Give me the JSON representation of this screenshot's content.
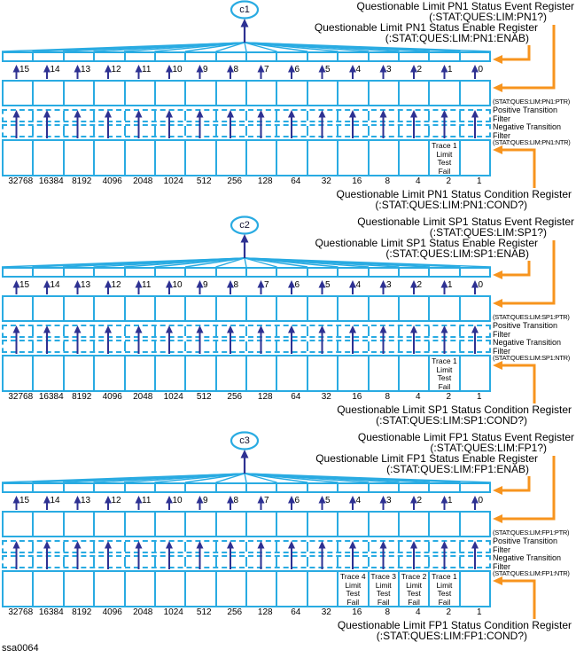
{
  "figure_id": "ssa0064",
  "colors": {
    "cyan": "#29ABE2",
    "navy": "#2E3192",
    "orange": "#F7941E"
  },
  "bit_numbers": [
    "15",
    "14",
    "13",
    "12",
    "11",
    "10",
    "9",
    "8",
    "7",
    "6",
    "5",
    "4",
    "3",
    "2",
    "1",
    "0"
  ],
  "bit_values": [
    "32768",
    "16384",
    "8192",
    "4096",
    "2048",
    "1024",
    "512",
    "256",
    "128",
    "64",
    "32",
    "16",
    "8",
    "4",
    "2",
    "1"
  ],
  "transition_filter": {
    "positive_line1": "Positive Transition",
    "positive_line2": "Filter",
    "negative_line1": "Negative Transition",
    "negative_line2": "Filter"
  },
  "blocks": [
    {
      "oval_label": "c1",
      "event_register_label": "Questionable Limit PN1 Status Event Register",
      "event_register_command": "(:STAT:QUES:LIM:PN1?)",
      "enable_register_label": "Questionable Limit PN1 Status Enable Register",
      "enable_register_command": "(:STAT:QUES:LIM:PN1:ENAB)",
      "ptr_command": "(STAT:QUES:LIM:PN1:PTR)",
      "ntr_command": "(STAT:QUES:LIM:PN1:NTR)",
      "condition_register_label": "Questionable Limit PN1 Status Condition Register",
      "condition_register_command": "(:STAT:QUES:LIM:PN1:COND?)",
      "condition_cells": [
        {
          "bit": 1,
          "lines": [
            "Trace 1",
            "Limit",
            "Test",
            "Fail"
          ]
        }
      ]
    },
    {
      "oval_label": "c2",
      "event_register_label": "Questionable Limit SP1 Status Event Register",
      "event_register_command": "(:STAT:QUES:LIM:SP1?)",
      "enable_register_label": "Questionable Limit SP1 Status Enable Register",
      "enable_register_command": "(:STAT:QUES:LIM:SP1:ENAB)",
      "ptr_command": "(STAT:QUES:LIM:SP1:PTR)",
      "ntr_command": "(STAT:QUES:LIM:SP1:NTR)",
      "condition_register_label": "Questionable Limit SP1 Status Condition Register",
      "condition_register_command": "(:STAT:QUES:LIM:SP1:COND?)",
      "condition_cells": [
        {
          "bit": 1,
          "lines": [
            "Trace 1",
            "Limit",
            "Test",
            "Fail"
          ]
        }
      ]
    },
    {
      "oval_label": "c3",
      "event_register_label": "Questionable Limit FP1 Status Event Register",
      "event_register_command": "(:STAT:QUES:LIM:FP1?)",
      "enable_register_label": "Questionable Limit FP1 Status Enable Register",
      "enable_register_command": "(:STAT:QUES:LIM:FP1:ENAB)",
      "ptr_command": "(STAT:QUES:LIM:FP1:PTR)",
      "ntr_command": "(STAT:QUES:LIM:FP1:NTR)",
      "condition_register_label": "Questionable Limit FP1 Status Condition Register",
      "condition_register_command": "(:STAT:QUES:LIM:FP1:COND?)",
      "condition_cells": [
        {
          "bit": 4,
          "lines": [
            "Trace 4",
            "Limit",
            "Test",
            "Fail"
          ]
        },
        {
          "bit": 3,
          "lines": [
            "Trace 3",
            "Limit",
            "Test",
            "Fail"
          ]
        },
        {
          "bit": 2,
          "lines": [
            "Trace 2",
            "Limit",
            "Test",
            "Fail"
          ]
        },
        {
          "bit": 1,
          "lines": [
            "Trace 1",
            "Limit",
            "Test",
            "Fail"
          ]
        }
      ]
    }
  ]
}
